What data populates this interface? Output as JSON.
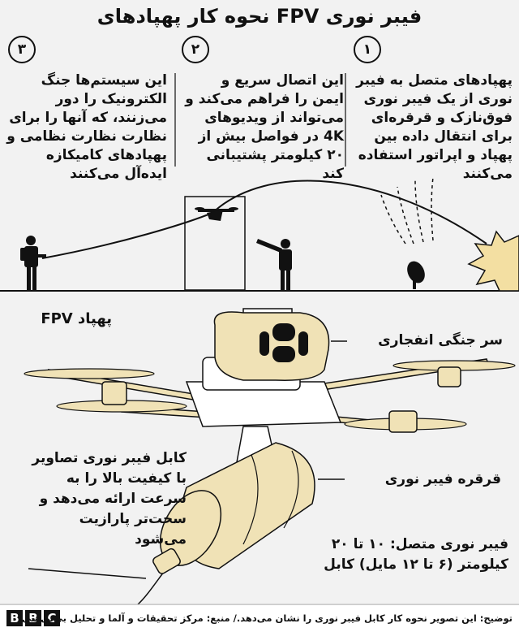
{
  "title": "نحوه کار پهپادهای FPV فیبر نوری",
  "steps": [
    {
      "number": "۱",
      "text": "پهپادهای متصل به فیبر نوری از یک فیبر نوری فوق‌نازک و قرقره‌ای برای انتقال داده بین پهپاد و اپراتور استفاده می‌کنند"
    },
    {
      "number": "۲",
      "text": "این اتصال سریع و ایمن را فراهم می‌کند و می‌تواند از ویدیوهای 4K در فواصل بیش از ۲۰ کیلومتر پشتیبانی کند"
    },
    {
      "number": "۳",
      "text": "این سیستم‌ها جنگ الکترونیک را دور می‌زنند، که آنها را برای نظارت نظارت نظامی و پهپادهای کامیکازه ایده‌آل می‌کنند"
    }
  ],
  "drone_section_title": "پهپاد FPV",
  "labels": {
    "warhead": "سر جنگی انفجاری",
    "spool": "قرقره فیبر نوری",
    "cable_desc": "کابل فیبر نوری تصاویر با کیفیت بالا را به سرعت ارائه می‌دهد و سخت‌تر پارازیت می‌شود",
    "fiber_length": "فیبر نوری متصل: ۱۰ تا ۲۰ کیلومتر (۶ تا ۱۲ مایل) کابل"
  },
  "footer": {
    "caption": "توضیح: این تصویر نحوه کار کابل فیبر نوری را نشان می‌دهد./ منبع: مرکز تحقیقات و آلما و تحلیل بی‌بی‌سی",
    "logo_letters": [
      "B",
      "B",
      "C"
    ]
  },
  "colors": {
    "background": "#f2f2f2",
    "drone_fill": "#f0e2b6",
    "explosion": "#f3dfa2",
    "ink": "#111111"
  }
}
